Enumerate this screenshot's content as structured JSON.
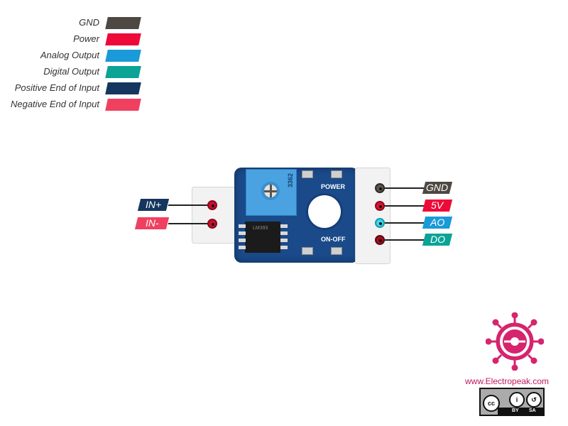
{
  "legend": [
    {
      "label": "GND",
      "color": "#4e4843"
    },
    {
      "label": "Power",
      "color": "#ee0a38"
    },
    {
      "label": "Analog Output",
      "color": "#1a9ad8"
    },
    {
      "label": "Digital Output",
      "color": "#0aa396"
    },
    {
      "label": "Positive End of Input",
      "color": "#14365f"
    },
    {
      "label": "Negative End of Input",
      "color": "#f04060"
    }
  ],
  "board": {
    "pot_label": "3362",
    "chip_label": "LM393",
    "silk_power": "POWER",
    "silk_onoff": "ON-OFF"
  },
  "left_pins": [
    {
      "label": "IN+",
      "color": "#14365f",
      "pin_color": "#c8102e"
    },
    {
      "label": "IN-",
      "color": "#f04060",
      "pin_color": "#c8102e"
    }
  ],
  "right_pins": [
    {
      "label": "GND",
      "color": "#4e4843",
      "pin_color": "#5a5550"
    },
    {
      "label": "5V",
      "color": "#ee0a38",
      "pin_color": "#e0102e"
    },
    {
      "label": "AO",
      "color": "#1a9ad8",
      "pin_color": "#40d8e8"
    },
    {
      "label": "DO",
      "color": "#0aa396",
      "pin_color": "#a01020"
    }
  ],
  "branding": {
    "website": "www.Electropeak.com",
    "logo_color": "#d6246e",
    "license_cc": "cc",
    "license_by": "BY",
    "license_sa": "SA"
  }
}
